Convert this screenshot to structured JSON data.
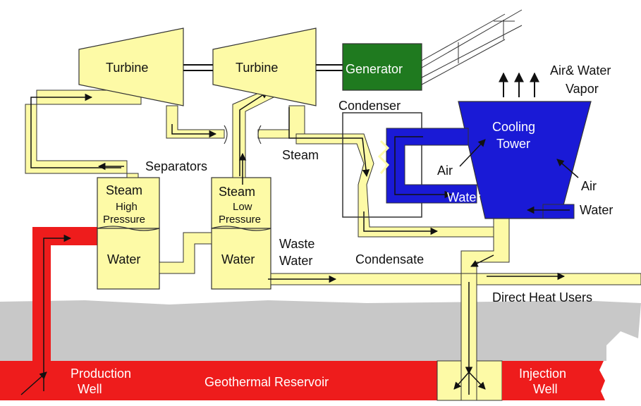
{
  "labels": {
    "turbine_left": "Turbine",
    "turbine_right": "Turbine",
    "generator": "Generator",
    "air_water_vapor_1": "Air& Water",
    "air_water_vapor_2": "Vapor",
    "condenser": "Condenser",
    "cooling_tower_1": "Cooling",
    "cooling_tower_2": "Tower",
    "air_left": "Air",
    "air_right": "Air",
    "water_in": "Water",
    "tower_water": "Water",
    "steam": "Steam",
    "separators": "Separators",
    "hp_steam": "Steam",
    "hp_high": "High",
    "hp_pressure": "Pressure",
    "lp_steam": "Steam",
    "lp_low": "Low",
    "lp_pressure": "Pressure",
    "hp_water": "Water",
    "lp_water": "Water",
    "waste_water_1": "Waste",
    "waste_water_2": "Water",
    "condensate": "Condensate",
    "direct_heat_users": "Direct Heat Users",
    "production_well_1": "Production",
    "production_well_2": "Well",
    "reservoir": "Geothermal Reservoir",
    "injection_well_1": "Injection",
    "injection_well_2": "Well"
  },
  "colors": {
    "pipe_yellow": "#fdfaa6",
    "hot_red": "#ee1c1c",
    "cool_blue": "#1a1ad6",
    "generator_green": "#1f7a1f",
    "ground_grey": "#c8c8c8"
  }
}
